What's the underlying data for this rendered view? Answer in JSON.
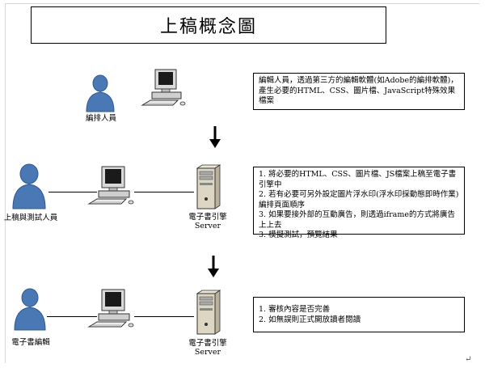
{
  "title": "上稿概念圖",
  "rows": [
    {
      "person_label": "編排人員",
      "note_lines": [
        "編輯人員，透過第三方的編輯軟體(如Adobe的編排軟體)，產生必要的HTML、CSS、圖片檔、JavaScript特殊效果檔案"
      ]
    },
    {
      "person_label": "上稿與測試人員",
      "server_label_1": "電子書引擎",
      "server_label_2": "Server",
      "note_lines": [
        "1. 將必要的HTML、CSS、圖片檔、JS檔案上稿至電子書引擎中",
        "2. 若有必要可另外設定圖片浮水印(浮水印採動態即時作業)",
        "編排頁面順序",
        "3. 如果要接外部的互動廣告，則透過iframe的方式將廣告上上去",
        "3. 模擬測試，預覽結果"
      ]
    },
    {
      "person_label": "電子書編輯",
      "server_label_1": "電子書引擎",
      "server_label_2": "Server",
      "note_lines": [
        "1. 審核內容是否完善",
        "2. 如無誤則正式開放讀者閱讀"
      ]
    }
  ],
  "corner_mark": "↵",
  "colors": {
    "person_fill": "#4a78b4",
    "person_dark": "#2f5a93",
    "monitor_gray": "#c8c8c8",
    "server_beige": "#ddd6c3"
  }
}
